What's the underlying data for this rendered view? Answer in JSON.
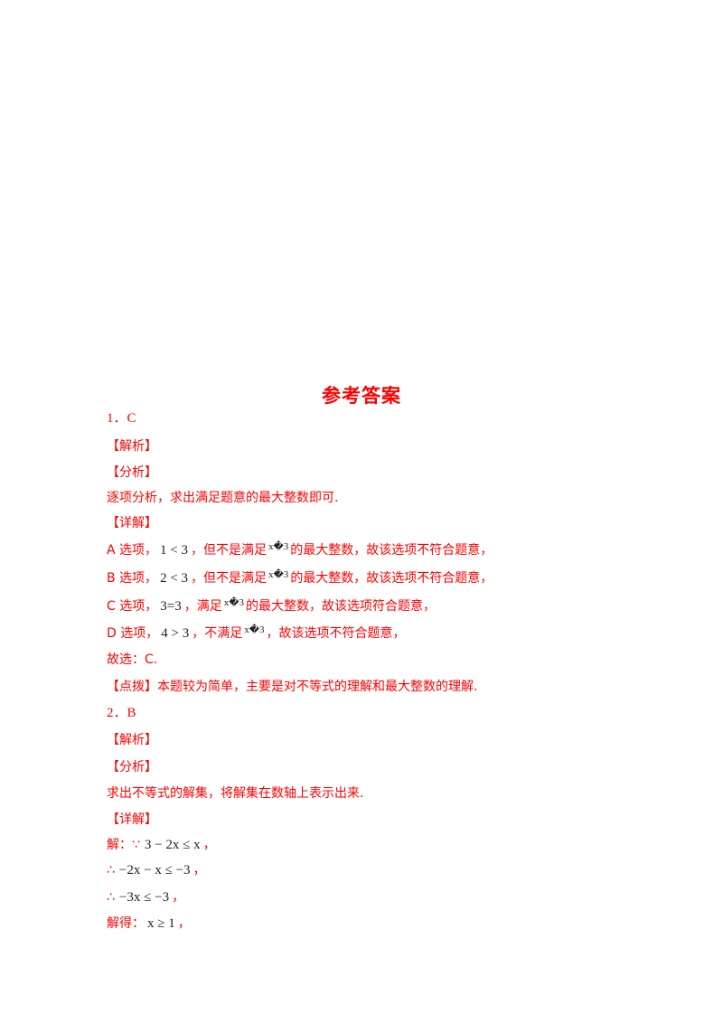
{
  "document": {
    "title": "参考答案",
    "text_color": "#ff0000",
    "math_color": "#222222",
    "answers": [
      {
        "number_line": "1．C",
        "section_jiexi": "【解析】",
        "section_fenxi": "【分析】",
        "fenxi_text": "逐项分析，求出满足题意的最大整数即可.",
        "section_xiangjie": "【详解】",
        "options": [
          {
            "prefix": "A 选项，",
            "math": "1 < 3",
            "mid": "，但不是满足",
            "cond": "x�3",
            "suffix": "的最大整数，故该选项不符合题意，"
          },
          {
            "prefix": "B 选项，",
            "math": "2 < 3",
            "mid": "，但不是满足",
            "cond": "x�3",
            "suffix": "的最大整数，故该选项不符合题意，"
          },
          {
            "prefix": "C 选项，",
            "math": "3=3",
            "mid": "，满足",
            "cond": "x�3",
            "suffix": "的最大整数，故该选项符合题意，"
          },
          {
            "prefix": "D 选项，",
            "math": "4 > 3",
            "mid": "，不满足",
            "cond": "x�3",
            "suffix": "，故该选项不符合题意，"
          }
        ],
        "conclusion": "故选：C.",
        "dianbo_label": "【点拨】",
        "dianbo_text": "本题较为简单，主要是对不等式的理解和最大整数的理解."
      },
      {
        "number_line": "2．B",
        "section_jiexi": "【解析】",
        "section_fenxi": "【分析】",
        "fenxi_text": "求出不等式的解集，将解集在数轴上表示出来.",
        "section_xiangjie": "【详解】",
        "steps": [
          {
            "prefix": "解：",
            "symbol": "∵",
            "math": "3 − 2x ≤ x",
            "suffix": "，"
          },
          {
            "prefix": "",
            "symbol": "∴",
            "math": "−2x − x ≤ −3",
            "suffix": "，"
          },
          {
            "prefix": "",
            "symbol": "∴",
            "math": "−3x ≤ −3",
            "suffix": "，"
          },
          {
            "prefix": "解得：",
            "symbol": "",
            "math": "x ≥ 1",
            "suffix": "，"
          }
        ]
      }
    ]
  }
}
